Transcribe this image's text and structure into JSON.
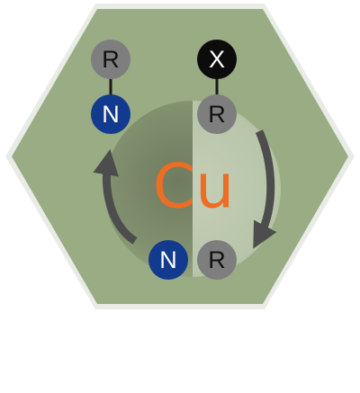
{
  "diagram": {
    "center": {
      "label": "Cu",
      "color": "#ee6d24"
    },
    "atoms": {
      "top_left_r": {
        "label": "R",
        "color": "#7e7e7e",
        "text_color": "#111111"
      },
      "top_left_n": {
        "label": "N",
        "color": "#123a8e",
        "text_color": "#ffffff"
      },
      "top_right_x": {
        "label": "X",
        "color": "#0c0c0c",
        "text_color": "#ffffff"
      },
      "top_right_r": {
        "label": "R",
        "color": "#7e7e7e",
        "text_color": "#111111"
      },
      "bottom_n": {
        "label": "N",
        "color": "#123a8e",
        "text_color": "#ffffff"
      },
      "bottom_r": {
        "label": "R",
        "color": "#7e7e7e",
        "text_color": "#111111"
      }
    },
    "colors": {
      "hexagon_fill": "#9aac84",
      "hexagon_border": "#e9ebe6",
      "arrow": "#4d4d4d",
      "bond": "#1a1a1a"
    }
  }
}
